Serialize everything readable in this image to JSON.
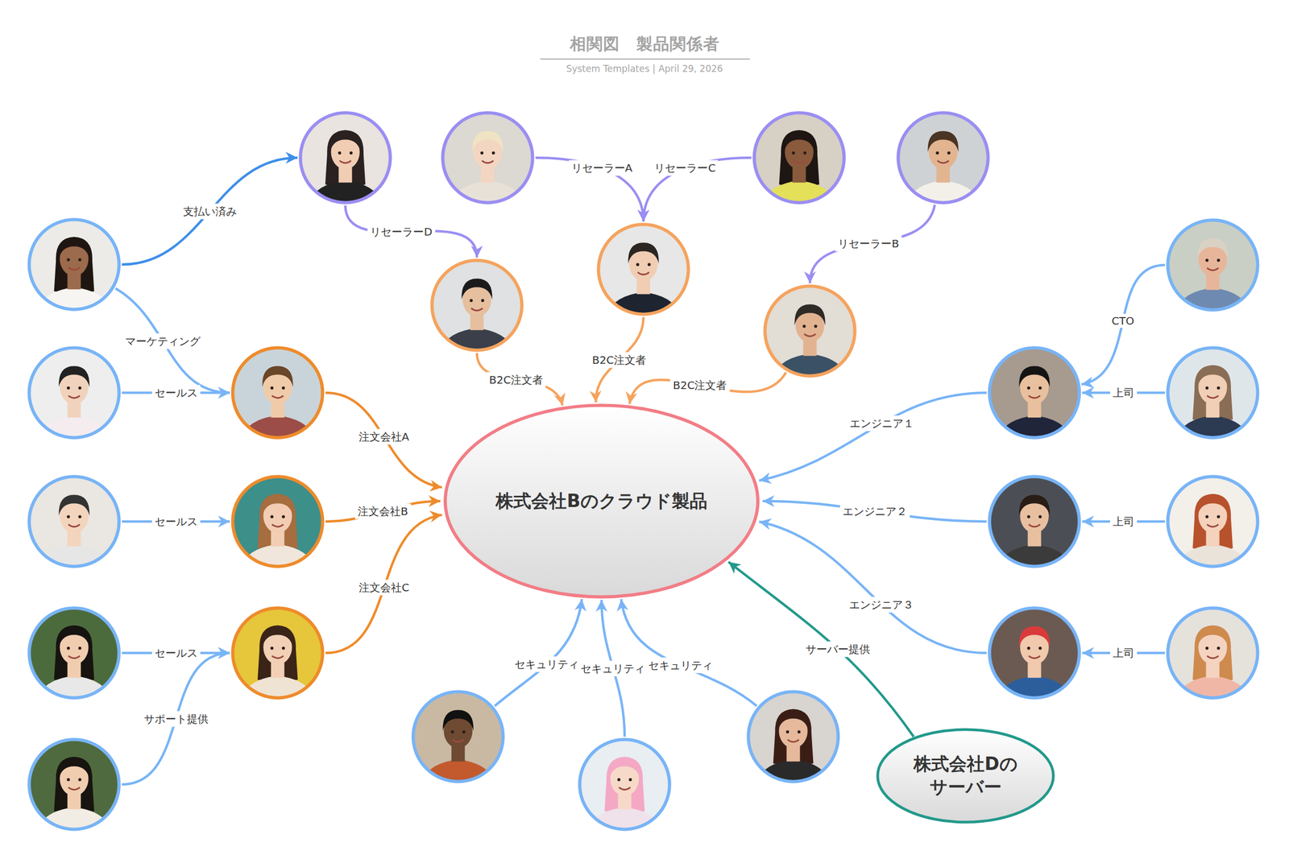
{
  "diagram": {
    "title": "相関図　製品関係者",
    "caption": "System Templates | April 29, 2026",
    "nodes": [
      {
        "text": []
      },
      {
        "text": []
      },
      {
        "text": []
      },
      {
        "text": []
      },
      {
        "text": []
      },
      {
        "text": []
      },
      {
        "text": []
      },
      {
        "text": []
      },
      {
        "text": []
      },
      {
        "text": []
      },
      {
        "text": []
      },
      {
        "text": []
      },
      {
        "text": []
      },
      {
        "text": [
          "株式会社Bのクラウド製品"
        ]
      },
      {
        "text": []
      },
      {
        "text": []
      },
      {
        "text": []
      },
      {
        "text": []
      },
      {
        "text": []
      },
      {
        "text": []
      },
      {
        "text": []
      },
      {
        "text": []
      },
      {
        "text": []
      },
      {
        "text": []
      },
      {
        "text": [
          "株式会社Dの サーバー"
        ]
      },
      {
        "text": []
      },
      {
        "text": []
      }
    ],
    "edges": [
      {
        "from": 4,
        "to": 0,
        "arrow": "to",
        "label": "支払い済み"
      },
      {
        "from": 4,
        "to": 10,
        "arrow": "to",
        "label": "マーケティング"
      },
      {
        "from": 9,
        "to": 10,
        "arrow": "to",
        "label": "セールス"
      },
      {
        "from": 14,
        "to": 15,
        "arrow": "to",
        "label": "セールス"
      },
      {
        "from": 18,
        "to": 19,
        "arrow": "to",
        "label": "セールス"
      },
      {
        "from": 25,
        "to": 19,
        "arrow": "to",
        "label": "サポート提供"
      },
      {
        "from": 0,
        "to": 7,
        "arrow": "to",
        "label": "リセーラーD"
      },
      {
        "from": 1,
        "to": 6,
        "arrow": "to",
        "label": "リセーラーA"
      },
      {
        "from": 2,
        "to": 6,
        "arrow": "to",
        "label": "リセーラーC"
      },
      {
        "from": 3,
        "to": 8,
        "arrow": "to",
        "label": "リセーラーB"
      },
      {
        "from": 7,
        "to": 13,
        "arrow": "to",
        "label": "B2C注文者"
      },
      {
        "from": 6,
        "to": 13,
        "arrow": "to",
        "label": "B2C注文者"
      },
      {
        "from": 8,
        "to": 13,
        "arrow": "to",
        "label": "B2C注文者"
      },
      {
        "from": 10,
        "to": 13,
        "arrow": "to",
        "label": "注文会社A"
      },
      {
        "from": 15,
        "to": 13,
        "arrow": "to",
        "label": "注文会社B"
      },
      {
        "from": 19,
        "to": 13,
        "arrow": "to",
        "label": "注文会社C"
      },
      {
        "from": 5,
        "to": 11,
        "arrow": "to",
        "label": "CTO"
      },
      {
        "from": 12,
        "to": 11,
        "arrow": "to",
        "label": "上司"
      },
      {
        "from": 17,
        "to": 16,
        "arrow": "to",
        "label": "上司"
      },
      {
        "from": 21,
        "to": 20,
        "arrow": "to",
        "label": "上司"
      },
      {
        "from": 11,
        "to": 13,
        "arrow": "to",
        "label": "エンジニア１"
      },
      {
        "from": 16,
        "to": 13,
        "arrow": "to",
        "label": "エンジニア２"
      },
      {
        "from": 20,
        "to": 13,
        "arrow": "to",
        "label": "エンジニア３"
      },
      {
        "from": 22,
        "to": 13,
        "arrow": "to",
        "label": "セキュリティ"
      },
      {
        "from": 26,
        "to": 13,
        "arrow": "to",
        "label": "セキュリティ"
      },
      {
        "from": 23,
        "to": 13,
        "arrow": "to",
        "label": "セキュリティ"
      },
      {
        "from": 24,
        "to": 13,
        "arrow": "to",
        "label": "サーバー提供"
      }
    ]
  }
}
